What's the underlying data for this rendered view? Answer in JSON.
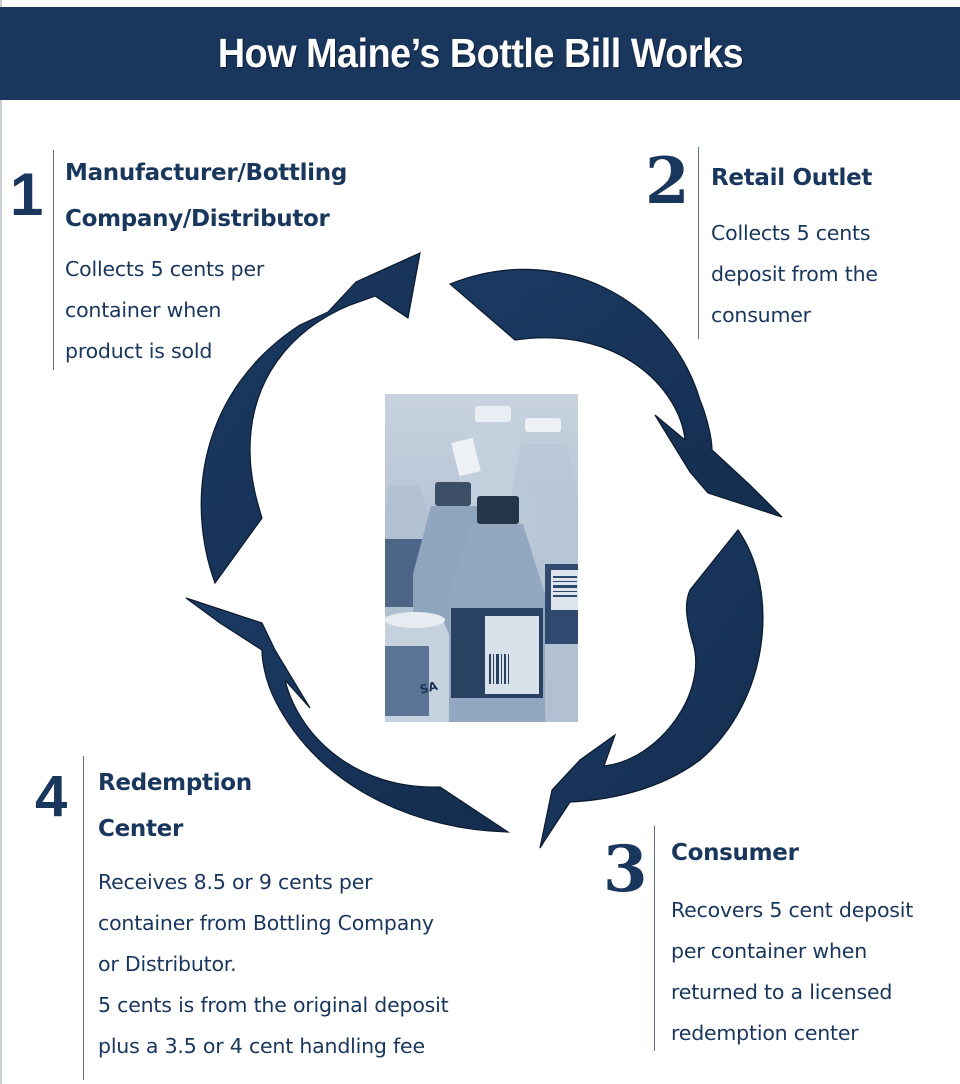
{
  "header": {
    "title": "How Maine’s Bottle Bill Works"
  },
  "colors": {
    "brand_navy": "#19365c",
    "text": "#19365c",
    "background": "#ffffff"
  },
  "steps": [
    {
      "number": "1",
      "title_lines": [
        "Manufacturer/Bottling",
        "Company/Distributor"
      ],
      "desc_lines": [
        "Collects 5 cents per",
        "container when",
        "product is sold"
      ]
    },
    {
      "number": "2",
      "title_lines": [
        "Retail Outlet"
      ],
      "desc_lines": [
        "Collects 5 cents",
        "deposit from the",
        "consumer"
      ]
    },
    {
      "number": "3",
      "title_lines": [
        "Consumer"
      ],
      "desc_lines": [
        "Recovers 5 cent deposit",
        "per container when",
        "returned to a licensed",
        "redemption center"
      ]
    },
    {
      "number": "4",
      "title_lines": [
        "Redemption",
        "Center"
      ],
      "desc_lines": [
        "Receives 8.5 or 9 cents per",
        "container from Bottling Company",
        "or Distributor.",
        "5 cents is from the original deposit",
        "plus a 3.5 or 4 cent handling fee"
      ]
    }
  ],
  "center_image": {
    "description": "photo of empty plastic bottles and a can",
    "icon": "bottles-photo"
  }
}
